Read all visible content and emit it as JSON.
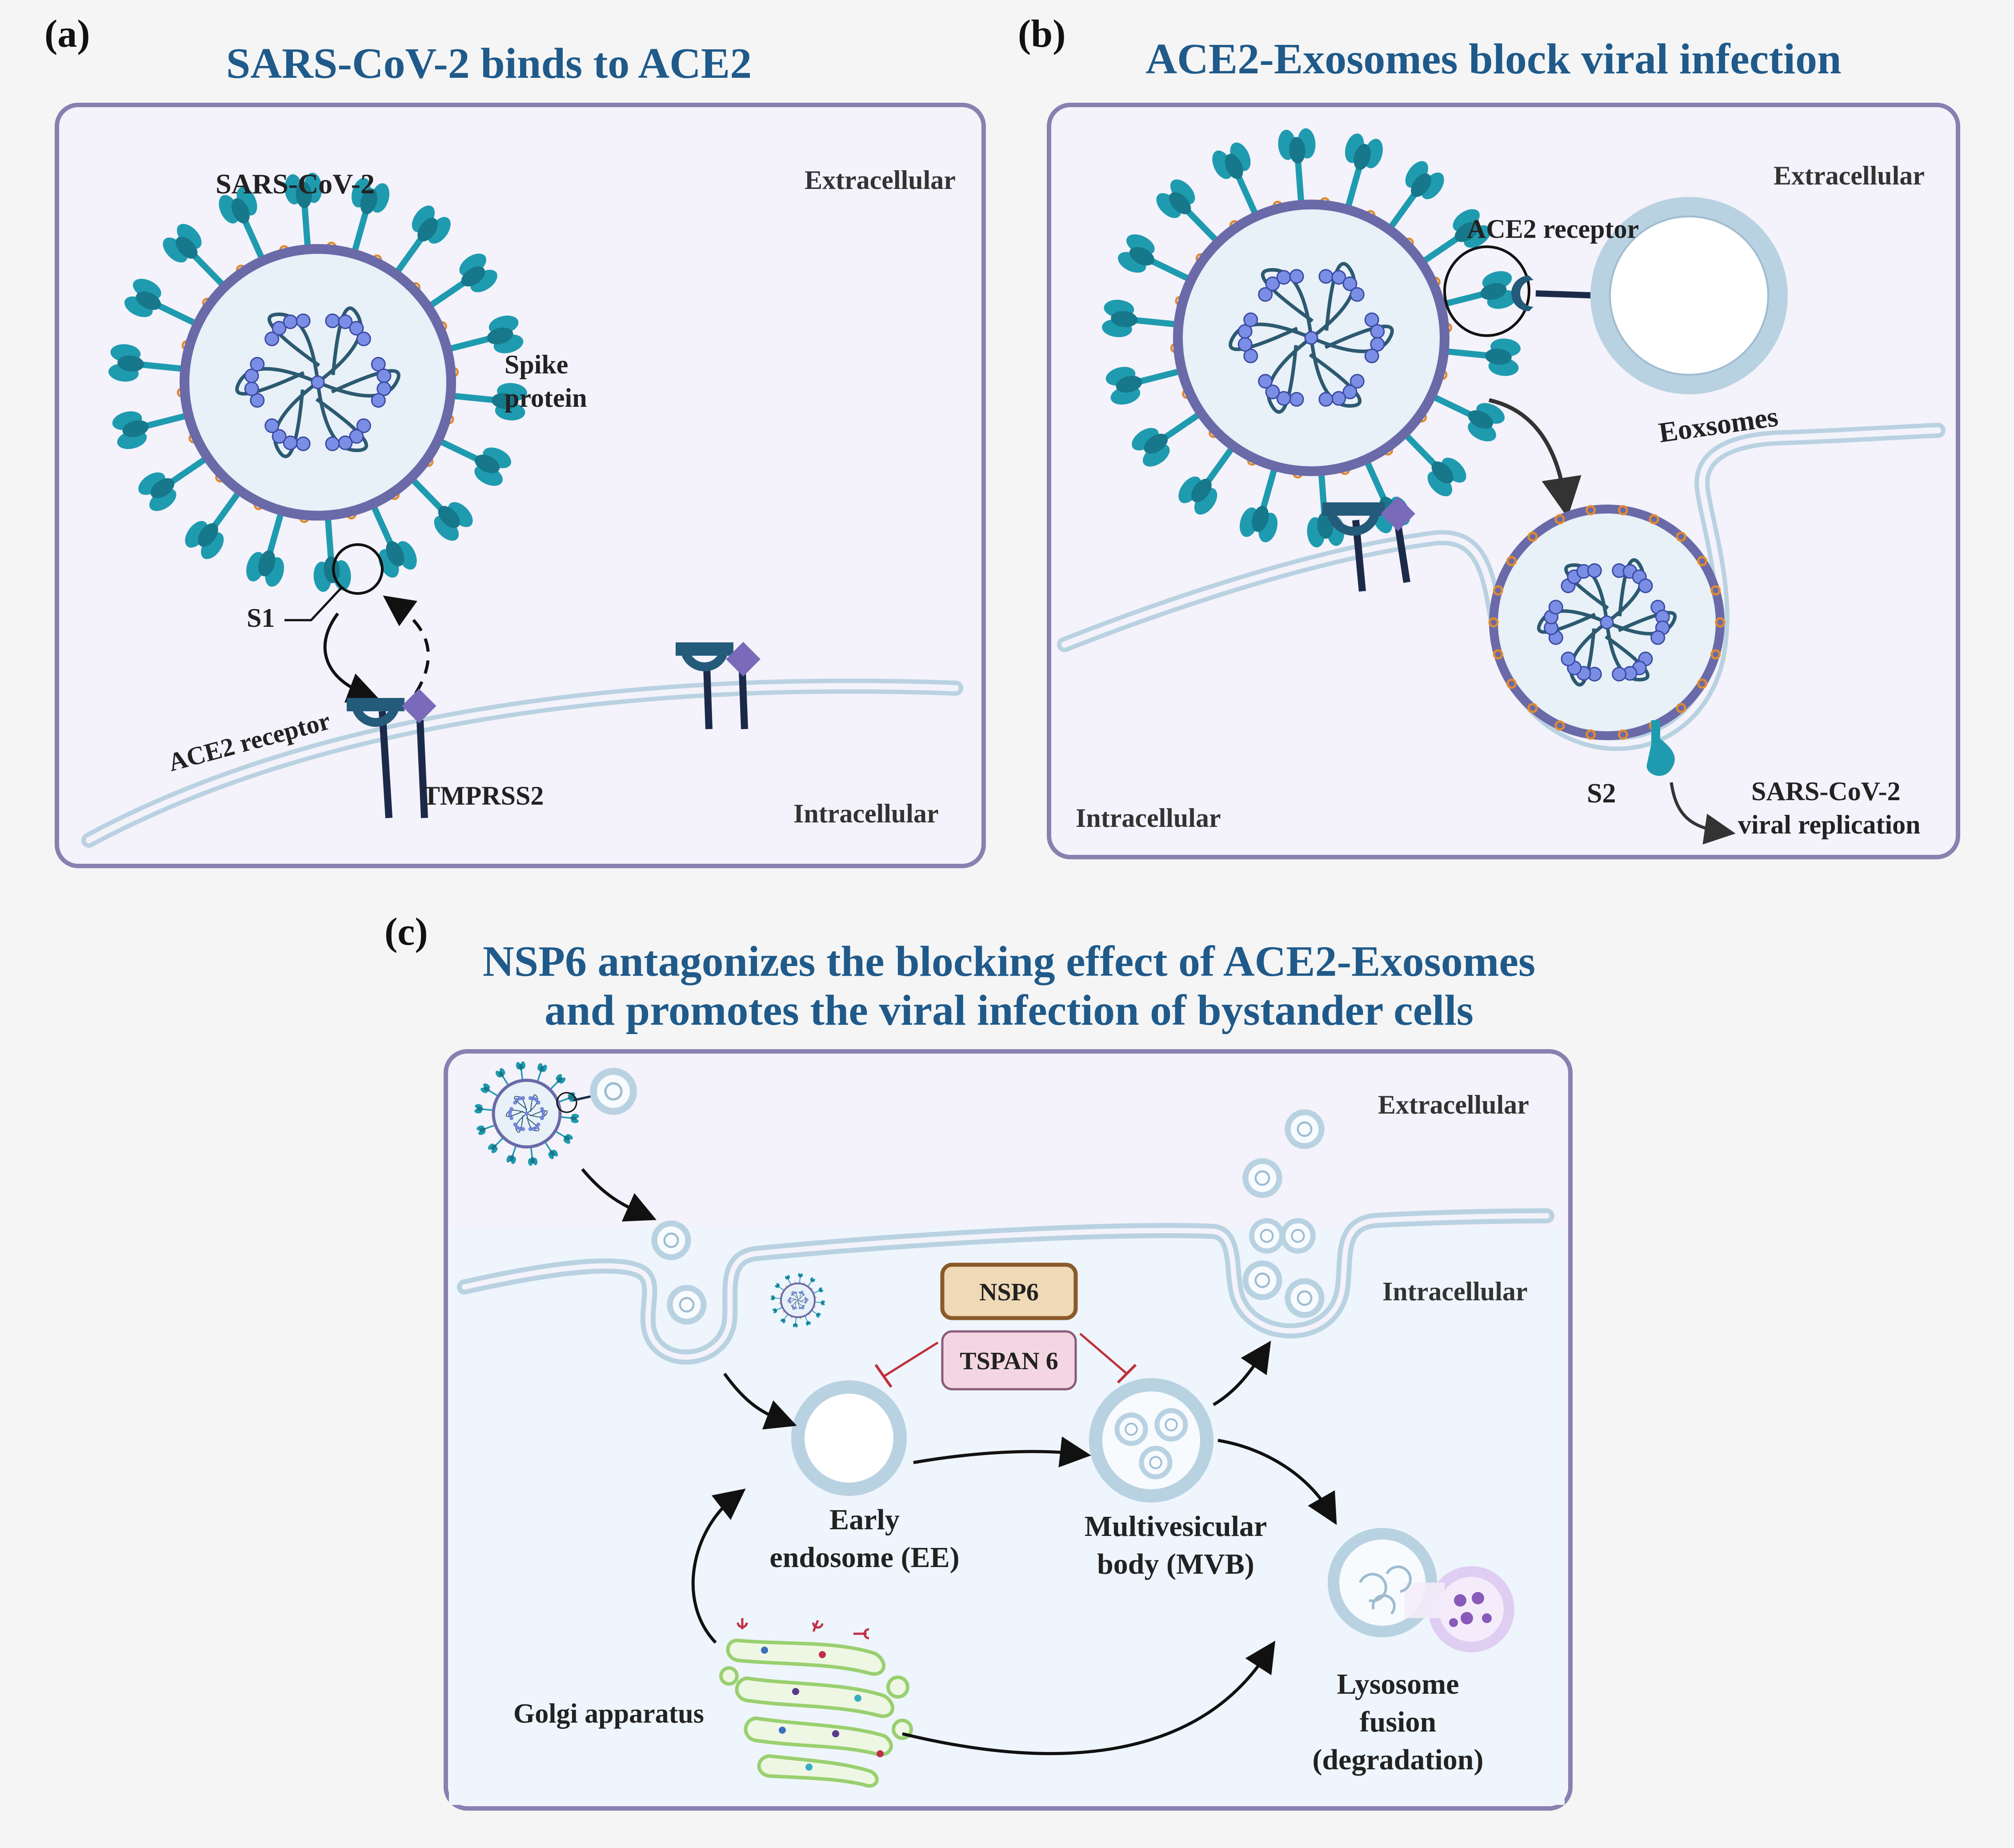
{
  "panel_a": {
    "letter": "(a)",
    "title": "SARS-CoV-2 binds to ACE2",
    "virus_label": "SARS-CoV-2",
    "extracellular": "Extracellular",
    "intracellular": "Intracellular",
    "spike_line1": "Spike",
    "spike_line2": "protein",
    "s1": "S1",
    "ace2": "ACE2 receptor",
    "tmprss2": "TMPRSS2"
  },
  "panel_b": {
    "letter": "(b)",
    "title": "ACE2-Exosomes block viral infection",
    "extracellular": "Extracellular",
    "intracellular": "Intracellular",
    "ace2": "ACE2 receptor",
    "exosomes": "Eoxsomes",
    "s2": "S2",
    "replication_line1": "SARS-CoV-2",
    "replication_line2": "viral replication"
  },
  "panel_c": {
    "letter": "(c)",
    "title_line1": "NSP6 antagonizes the blocking effect of ACE2-Exosomes",
    "title_line2": "and promotes the viral infection of bystander cells",
    "extracellular": "Extracellular",
    "intracellular": "Intracellular",
    "nsp6": "NSP6",
    "tspan6": "TSPAN 6",
    "ee_line1": "Early",
    "ee_line2": "endosome (EE)",
    "mvb_line1": "Multivesicular",
    "mvb_line2": "body (MVB)",
    "golgi": "Golgi apparatus",
    "lyso_line1": "Lysosome",
    "lyso_line2": "fusion",
    "lyso_line3": "(degradation)"
  },
  "colors": {
    "title_blue": "#1f5a8a",
    "panel_border": "#8a80b0",
    "panel_fill": "#f4f2fa",
    "membrane": "#b9d2e2",
    "spike": "#1f9bb0",
    "envelope": "#6a6aa8",
    "rna": "#2c5a70",
    "nucleo": "#7a8ee6",
    "nsp6_fill": "#efd9b6",
    "nsp6_border": "#8a5a2a",
    "tspan_fill": "#f4d6e2",
    "inhibit": "#c0303a"
  }
}
